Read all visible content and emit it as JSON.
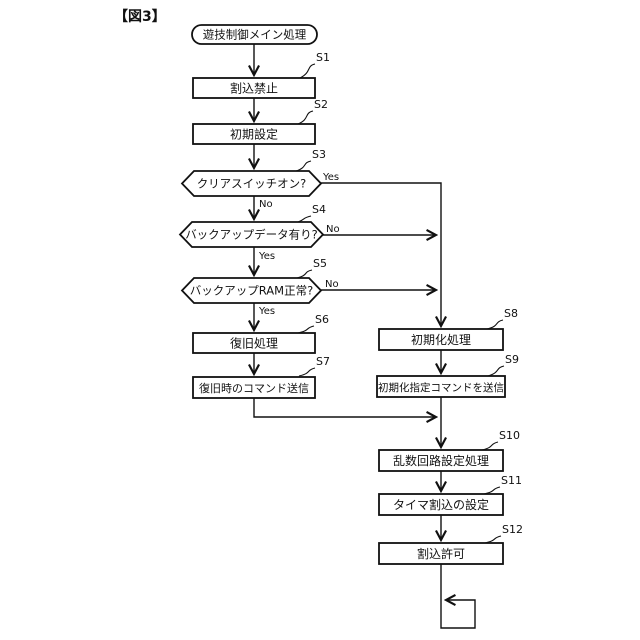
{
  "figure_label": "【図3】",
  "flowchart": {
    "start": "遊技制御メイン処理",
    "labels": {
      "yes": "Yes",
      "no": "No"
    },
    "steps": [
      {
        "id": "S1",
        "text": "割込禁止"
      },
      {
        "id": "S2",
        "text": "初期設定"
      },
      {
        "id": "S3",
        "text": "クリアスイッチオン?"
      },
      {
        "id": "S4",
        "text": "バックアップデータ有り?"
      },
      {
        "id": "S5",
        "text": "バックアップRAM正常?"
      },
      {
        "id": "S6",
        "text": "復旧処理"
      },
      {
        "id": "S7",
        "text": "復旧時のコマンド送信"
      },
      {
        "id": "S8",
        "text": "初期化処理"
      },
      {
        "id": "S9",
        "text": "初期化指定コマンドを送信"
      },
      {
        "id": "S10",
        "text": "乱数回路設定処理"
      },
      {
        "id": "S11",
        "text": "タイマ割込の設定"
      },
      {
        "id": "S12",
        "text": "割込許可"
      }
    ]
  }
}
